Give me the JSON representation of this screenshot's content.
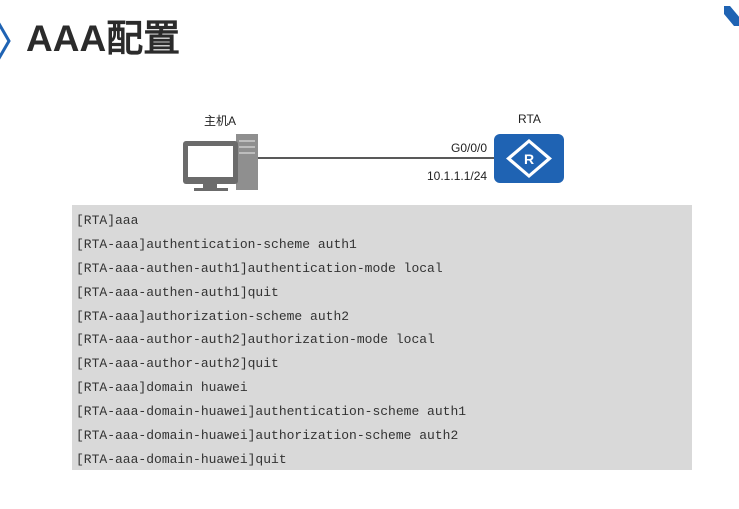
{
  "title": "AAA配置",
  "diagram": {
    "host_label": "主机A",
    "router_label": "RTA",
    "interface_label": "G0/0/0",
    "ip_label": "10.1.1.1/24"
  },
  "code_lines": [
    "[RTA]aaa",
    "[RTA-aaa]authentication-scheme auth1",
    "[RTA-aaa-authen-auth1]authentication-mode local",
    "[RTA-aaa-authen-auth1]quit",
    "[RTA-aaa]authorization-scheme auth2",
    "[RTA-aaa-author-auth2]authorization-mode local",
    "[RTA-aaa-author-auth2]quit",
    "[RTA-aaa]domain huawei",
    "[RTA-aaa-domain-huawei]authentication-scheme auth1",
    "[RTA-aaa-domain-huawei]authorization-scheme auth2",
    "[RTA-aaa-domain-huawei]quit"
  ],
  "colors": {
    "router_blue": "#1f63b3",
    "code_background": "#d9d9d9",
    "title_text": "#2b2b2b",
    "accent_chevron": "#1f63b3"
  },
  "icons": {
    "chevron": "chevron-right-icon",
    "host": "computer-icon",
    "router": "router-icon",
    "logo": "brand-logo-icon"
  }
}
